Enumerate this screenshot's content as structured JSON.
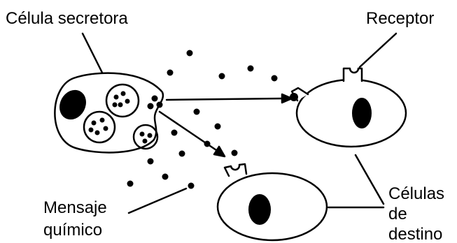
{
  "labels": {
    "secretory_cell": "Célula secretora",
    "receptor": "Receptor",
    "chemical_message_line1": "Mensaje",
    "chemical_message_line2": "químico",
    "target_cells_line1": "Células",
    "target_cells_line2": "de",
    "target_cells_line3": "destino"
  },
  "colors": {
    "ink": "#000000",
    "fill": "#ffffff"
  }
}
